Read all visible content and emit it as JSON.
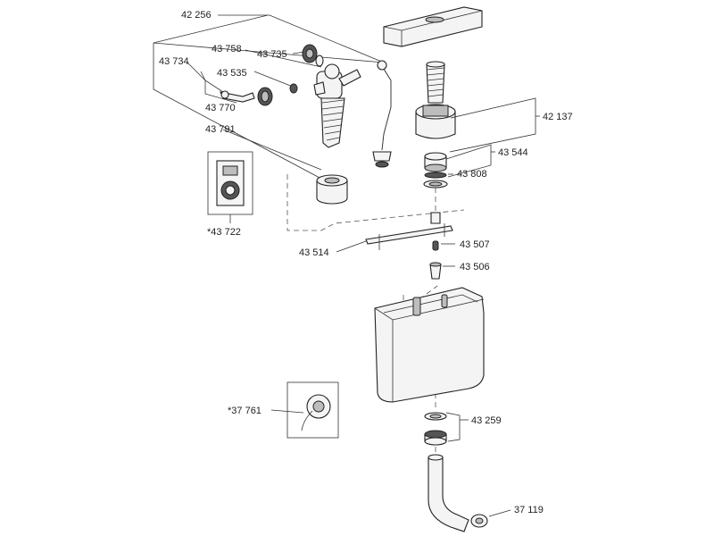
{
  "labels": {
    "l42256": "42 256",
    "l43758": "43 758",
    "l43735": "43 735",
    "l43734": "43 734",
    "l43535": "43 535",
    "l43770": "43 770",
    "l43791": "43 791",
    "l43722": "*43 722",
    "l42137": "42 137",
    "l43544": "43 544",
    "l43808": "43 808",
    "l43514": "43 514",
    "l43507": "43 507",
    "l43506": "43 506",
    "l37761": "*37 761",
    "l43259": "43 259",
    "l37119": "37 119"
  }
}
